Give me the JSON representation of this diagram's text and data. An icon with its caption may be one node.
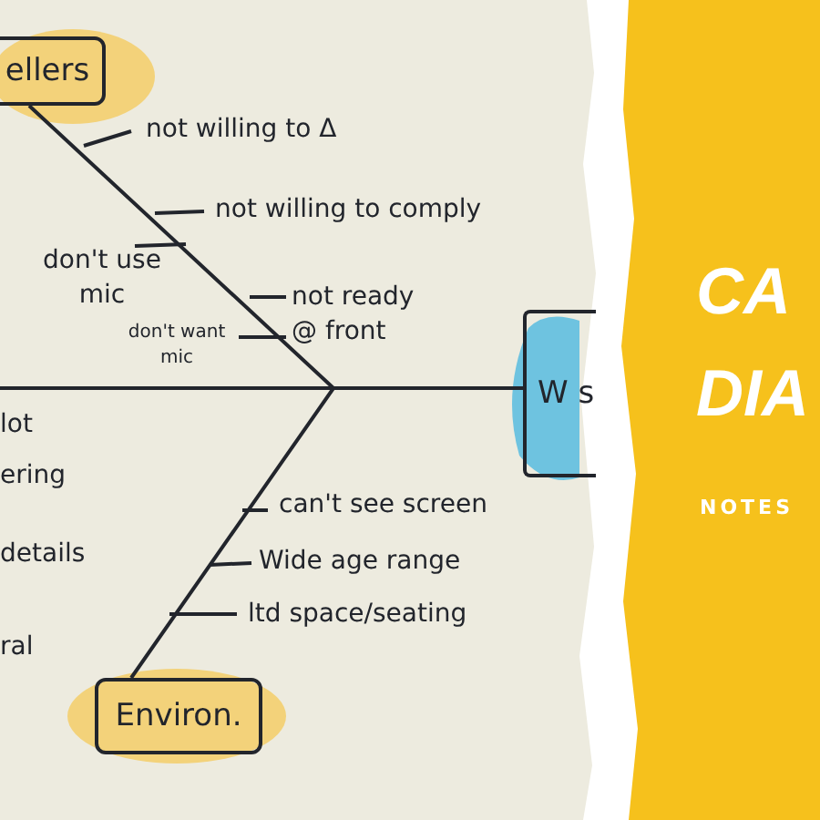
{
  "diagram": {
    "title": "CA DIA",
    "caption": "NOTES",
    "nodes": [
      {
        "text": [
          "ellers"
        ]
      },
      {
        "text": [
          "Environ."
        ]
      },
      {
        "text": [
          "W s"
        ]
      }
    ],
    "edges": [
      {
        "from": 0,
        "to": 2,
        "arrow": "none"
      },
      {
        "from": 1,
        "to": 2,
        "arrow": "none"
      },
      {
        "from": null,
        "to": 2,
        "arrow": "none"
      }
    ],
    "labels": [
      "not willing to Δ",
      "not willing to comply",
      "don't use mic",
      "not ready @ front",
      "don't want mic",
      "lot",
      "ering",
      "can't see screen",
      "Wide age range",
      "details",
      "ltd space/seating",
      "ral"
    ]
  }
}
